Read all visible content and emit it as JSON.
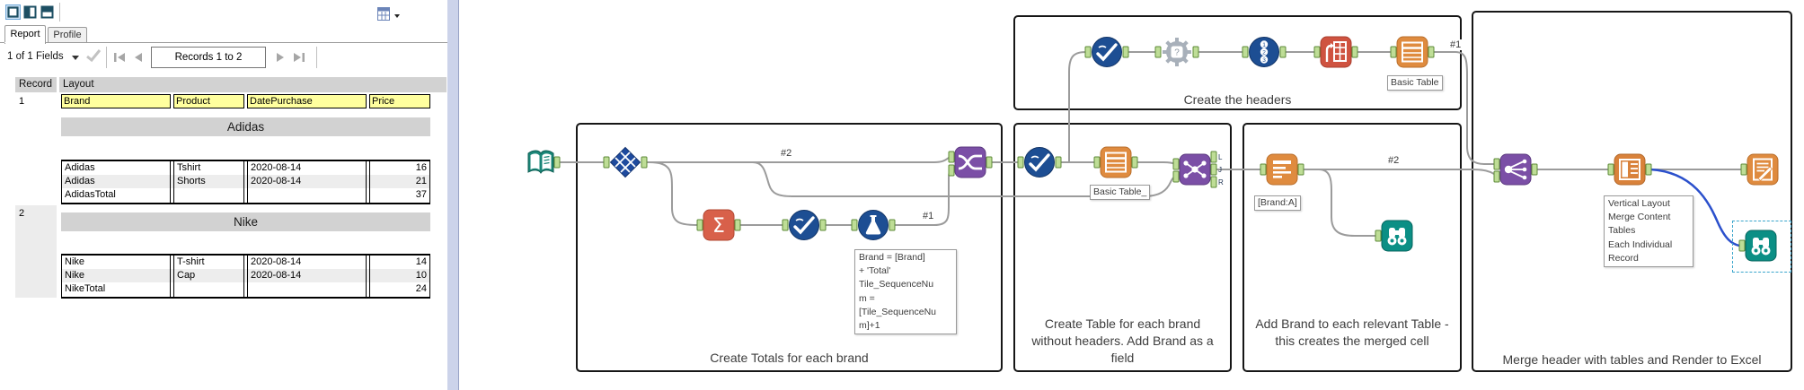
{
  "panel": {
    "toolbar": {
      "icons": [
        "single-pane",
        "split-vertical",
        "split-horizontal"
      ],
      "table_options_icon": "table-options"
    },
    "tabs": {
      "report": "Report",
      "profile": "Profile"
    },
    "nav": {
      "fields_label": "1 of 1 Fields",
      "records_label": "Records 1 to 2"
    },
    "grid": {
      "record_header": "Record",
      "layout_header": "Layout",
      "columns": [
        "Brand",
        "Product",
        "DatePurchase",
        "Price"
      ],
      "records": [
        {
          "num": "1",
          "brand_bar": "Adidas",
          "rows": [
            [
              "Adidas",
              "Tshirt",
              "2020-08-14",
              "16"
            ],
            [
              "Adidas",
              "Shorts",
              "2020-08-14",
              "21"
            ],
            [
              "AdidasTotal",
              "",
              "",
              "37"
            ]
          ]
        },
        {
          "num": "2",
          "brand_bar": "Nike",
          "rows": [
            [
              "Nike",
              "T-shirt",
              "2020-08-14",
              "14"
            ],
            [
              "Nike",
              "Cap",
              "2020-08-14",
              "10"
            ],
            [
              "NikeTotal",
              "",
              "",
              "24"
            ]
          ]
        }
      ]
    }
  },
  "canvas": {
    "containers": {
      "totals": "Create Totals for each brand",
      "headers": "Create the headers",
      "tables": "Create Table for each brand without headers. Add Brand as a field",
      "addbrand": "Add Brand to each relevant Table - this creates the merged cell",
      "merge": "Merge header with tables and Render to Excel"
    },
    "annotations": {
      "formula": "Brand = [Brand]\n+ 'Total'\nTile_SequenceNu\nm =\n[Tile_SequenceNu\nm]+1",
      "basic_table_headers": "Basic Table",
      "basic_table_c3": "Basic Table_",
      "brand_a": "[Brand:A]",
      "layout": "Vertical Layout\nMerge Content\nTables\nEach Individual\nRecord"
    },
    "wire_labels": {
      "tile_top": "#2",
      "formula_out": "#1",
      "headers_out": "#1",
      "table_out": "#2"
    },
    "join_output_labels": [
      "L",
      "J",
      "R"
    ],
    "colors": {
      "wire": "#9b9b9b",
      "selected_wire": "#2b50cc",
      "anchor": "#bedd96",
      "anchor_border": "#5e8a38",
      "blue_tool": "#1d4e93",
      "purple_tool": "#7b4fa6",
      "orange_tool": "#df8b3f",
      "red_tool": "#cf5340",
      "teal_tool": "#0b8f85",
      "yellow_header": "#ffff9e",
      "selection_dash": "#3aa5cc"
    }
  }
}
